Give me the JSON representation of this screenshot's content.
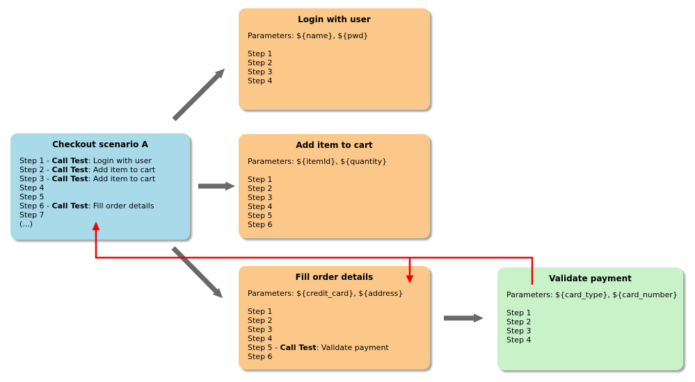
{
  "colors": {
    "box_blue": "#a9daea",
    "box_orange": "#fbc88a",
    "box_green": "#c9f2c9",
    "arrow_gray": "#696969",
    "arrow_red": "#ee0000",
    "shadow": "#a6a6a6"
  },
  "boxes": {
    "checkout": {
      "title": "Checkout scenario A",
      "steps": [
        {
          "pre": "Step 1 - ",
          "call": "Call Test",
          "post": ": Login with user"
        },
        {
          "pre": "Step 2 - ",
          "call": "Call Test",
          "post": ": Add item to cart"
        },
        {
          "pre": "Step 3 - ",
          "call": "Call Test",
          "post": ": Add item to cart"
        },
        {
          "pre": "Step 4",
          "call": "",
          "post": ""
        },
        {
          "pre": "Step 5",
          "call": "",
          "post": ""
        },
        {
          "pre": "Step 6 - ",
          "call": "Call Test",
          "post": ": Fill order details"
        },
        {
          "pre": "Step 7",
          "call": "",
          "post": ""
        },
        {
          "pre": "(...)",
          "call": "",
          "post": ""
        }
      ]
    },
    "login": {
      "title": "Login with user",
      "parameters": "Parameters: ${name}, ${pwd}",
      "steps": [
        "Step 1",
        "Step 2",
        "Step 3",
        "Step 4"
      ]
    },
    "add_item": {
      "title": "Add item to cart",
      "parameters": "Parameters: ${itemId}, ${quantity}",
      "steps": [
        "Step 1",
        "Step 2",
        "Step 3",
        "Step 4",
        "Step 5",
        "Step 6"
      ]
    },
    "fill_order": {
      "title": "Fill order details",
      "parameters": "Parameters: ${credit_card}, ${address}",
      "steps": [
        {
          "pre": "Step 1",
          "call": "",
          "post": ""
        },
        {
          "pre": "Step 2",
          "call": "",
          "post": ""
        },
        {
          "pre": "Step 3",
          "call": "",
          "post": ""
        },
        {
          "pre": "Step 4",
          "call": "",
          "post": ""
        },
        {
          "pre": "Step 5 - ",
          "call": "Call Test",
          "post": ": Validate payment"
        },
        {
          "pre": "Step 6",
          "call": "",
          "post": ""
        }
      ]
    },
    "validate": {
      "title": "Validate payment",
      "parameters": "Parameters: ${card_type}, ${card_number}",
      "steps": [
        "Step 1",
        "Step 2",
        "Step 3",
        "Step 4"
      ]
    }
  },
  "edges": [
    {
      "from": "checkout",
      "to": "login",
      "style": "gray-arrow"
    },
    {
      "from": "checkout",
      "to": "add_item",
      "style": "gray-arrow"
    },
    {
      "from": "checkout",
      "to": "fill_order",
      "style": "gray-arrow"
    },
    {
      "from": "fill_order",
      "to": "validate",
      "style": "gray-arrow"
    },
    {
      "from": "validate_parameters",
      "to": "checkout",
      "style": "red-arrow"
    },
    {
      "from": "validate_parameters",
      "to": "fill_order",
      "style": "red-arrow"
    }
  ]
}
